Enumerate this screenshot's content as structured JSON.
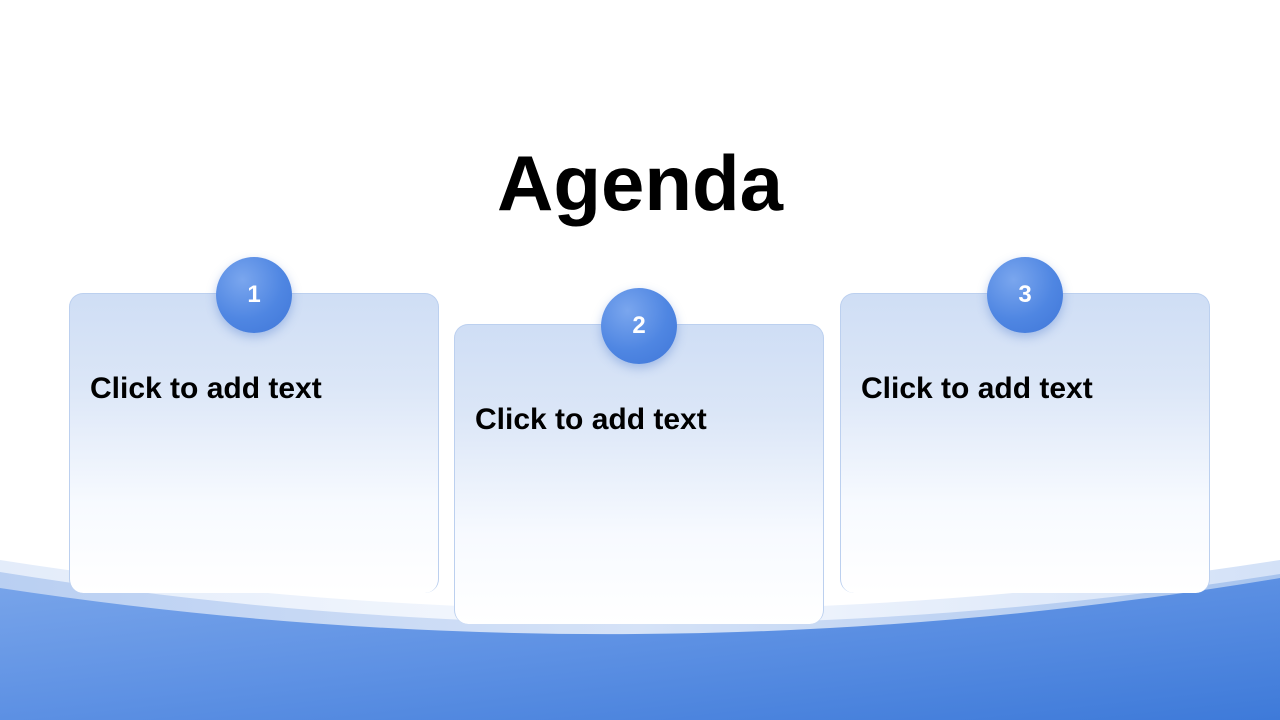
{
  "slide": {
    "title": "Agenda",
    "accent_color": "#4a80df",
    "items": [
      {
        "number": "1",
        "text": "Click to add text"
      },
      {
        "number": "2",
        "text": "Click to add text"
      },
      {
        "number": "3",
        "text": "Click to add text"
      }
    ]
  }
}
